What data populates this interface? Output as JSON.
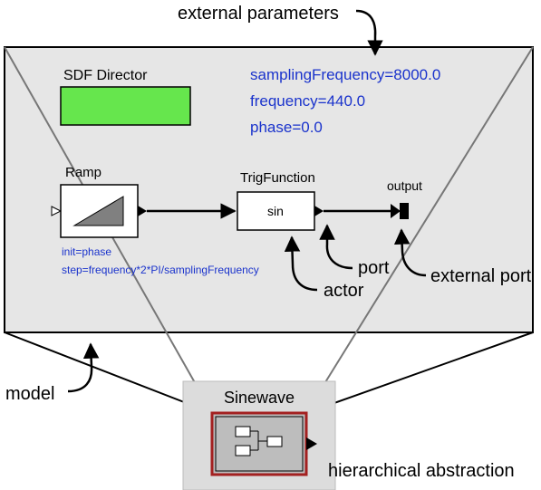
{
  "annotations": {
    "external_parameters": "external parameters",
    "model": "model",
    "port": "port",
    "actor": "actor",
    "external_port": "external port",
    "hierarchical_abstraction": "hierarchical abstraction"
  },
  "model": {
    "director_label": "SDF Director",
    "parameters": [
      "samplingFrequency=8000.0",
      "frequency=440.0",
      "phase=0.0"
    ],
    "ramp": {
      "label": "Ramp",
      "params": [
        "init=phase",
        "step=frequency*2*PI/samplingFrequency"
      ]
    },
    "trig_function": {
      "label": "TrigFunction",
      "function": "sin"
    },
    "output_port_label": "output"
  },
  "composite": {
    "label": "Sinewave"
  },
  "colors": {
    "canvas_fill": "#e6e6e6",
    "director_fill": "#66e64d",
    "param_text": "#1a33cc",
    "composite_border": "#a32020"
  }
}
